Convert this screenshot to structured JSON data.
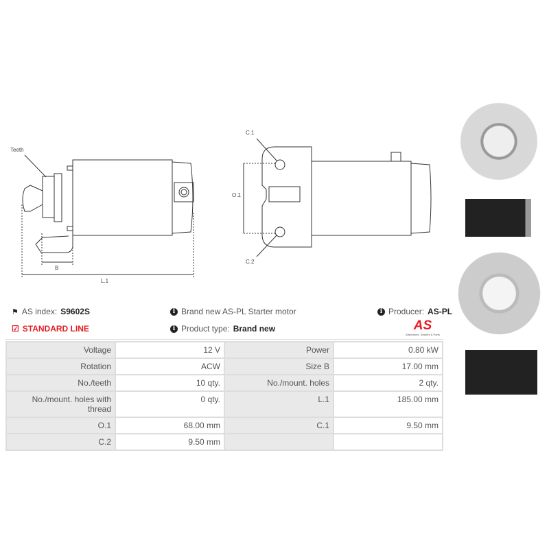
{
  "drawing": {
    "teeth_label": "Teeth",
    "b_label": "B",
    "l1_label": "L.1",
    "c1_label": "C.1",
    "c2_label": "C.2",
    "o1_label": "O.1"
  },
  "info": {
    "as_index_label": "AS index:",
    "as_index_value": "S9602S",
    "line": "STANDARD LINE",
    "description": "Brand new AS-PL Starter motor",
    "product_type_label": "Product type:",
    "product_type_value": "Brand new",
    "producer_label": "Producer:",
    "producer_value": "AS-PL",
    "logo_text": "AS",
    "logo_tagline": "Alternators, Starters & Parts",
    "icons": {
      "index": "tags-icon",
      "line": "checkbox-icon",
      "info": "info-circle-icon"
    },
    "colors": {
      "accent": "#e31e24"
    }
  },
  "specs": [
    [
      {
        "label": "Voltage",
        "value": "12 V"
      },
      {
        "label": "Power",
        "value": "0.80 kW"
      }
    ],
    [
      {
        "label": "Rotation",
        "value": "ACW"
      },
      {
        "label": "Size B",
        "value": "17.00 mm"
      }
    ],
    [
      {
        "label": "No./teeth",
        "value": "10 qty."
      },
      {
        "label": "No./mount. holes",
        "value": "2 qty."
      }
    ],
    [
      {
        "label": "No./mount. holes with thread",
        "value": "0 qty."
      },
      {
        "label": "L.1",
        "value": "185.00 mm"
      }
    ],
    [
      {
        "label": "O.1",
        "value": "68.00 mm"
      },
      {
        "label": "C.1",
        "value": "9.50 mm"
      }
    ],
    [
      {
        "label": "C.2",
        "value": "9.50 mm"
      },
      {
        "label": "",
        "value": ""
      }
    ]
  ]
}
